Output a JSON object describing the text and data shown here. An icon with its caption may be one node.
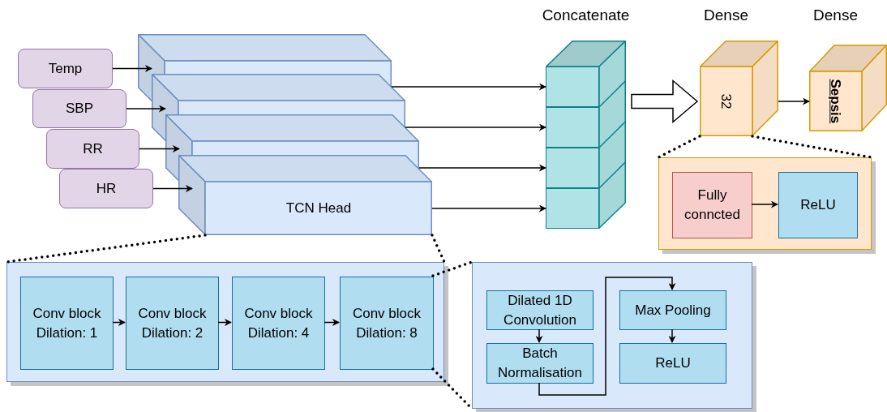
{
  "diagram": {
    "nodes": [
      {
        "text": [
          "Temp"
        ]
      },
      {
        "text": [
          "SBP"
        ]
      },
      {
        "text": [
          "RR"
        ]
      },
      {
        "text": [
          "HR"
        ]
      },
      {
        "text": [],
        "shape": "box"
      },
      {
        "text": [],
        "shape": "box"
      },
      {
        "text": [],
        "shape": "box"
      },
      {
        "text": [
          "TCN Head"
        ]
      },
      {
        "text": [
          "Concatenate"
        ]
      },
      {
        "text": [],
        "shape": "box",
        "in": 8
      },
      {
        "text": [],
        "shape": "box",
        "in": 8
      },
      {
        "text": [],
        "shape": "box",
        "in": 8
      },
      {
        "text": [],
        "shape": "box",
        "in": 8
      },
      {
        "text": [
          "Dense",
          "32"
        ]
      },
      {
        "text": [
          "Dense",
          "Sepsis"
        ]
      },
      {
        "text": [],
        "shape": "box"
      },
      {
        "text": [
          "Fully conncted"
        ],
        "in": 15
      },
      {
        "text": [
          "ReLU"
        ],
        "in": 15
      },
      {
        "text": [],
        "shape": "box"
      },
      {
        "text": [
          "Conv block Dilation: 1"
        ],
        "in": 18
      },
      {
        "text": [
          "Conv block Dilation: 2"
        ],
        "in": 18
      },
      {
        "text": [
          "Conv block Dilation: 4"
        ],
        "in": 18
      },
      {
        "text": [
          "Conv block Dilation: 8"
        ],
        "in": 18
      },
      {
        "text": [],
        "shape": "box"
      },
      {
        "text": [
          "Dilated 1D Convolution"
        ],
        "in": 23
      },
      {
        "text": [
          "Batch Normalisation"
        ],
        "in": 23
      },
      {
        "text": [
          "Max Pooling"
        ],
        "in": 23
      },
      {
        "text": [
          "ReLU"
        ],
        "in": 23
      }
    ],
    "edges": [
      {
        "from": 0,
        "to": 4,
        "arrow": "to"
      },
      {
        "from": 1,
        "to": 5,
        "arrow": "to"
      },
      {
        "from": 2,
        "to": 6,
        "arrow": "to"
      },
      {
        "from": 3,
        "to": 7,
        "arrow": "to"
      },
      {
        "from": 4,
        "to": 9,
        "arrow": "to"
      },
      {
        "from": 5,
        "to": 10,
        "arrow": "to"
      },
      {
        "from": 6,
        "to": 11,
        "arrow": "to"
      },
      {
        "from": 7,
        "to": 12,
        "arrow": "to"
      },
      {
        "from": 8,
        "to": 13,
        "arrow": "to",
        "style": "thick"
      },
      {
        "from": 13,
        "to": 14,
        "arrow": "to"
      },
      {
        "from": 16,
        "to": 17,
        "arrow": "to"
      },
      {
        "from": 19,
        "to": 20,
        "arrow": "to"
      },
      {
        "from": 20,
        "to": 21,
        "arrow": "to"
      },
      {
        "from": 21,
        "to": 22,
        "arrow": "to"
      },
      {
        "from": 24,
        "to": 25,
        "arrow": "to"
      },
      {
        "from": 25,
        "to": 26,
        "arrow": "to"
      },
      {
        "from": 26,
        "to": 27,
        "arrow": "to"
      },
      {
        "from": 7,
        "to": 18,
        "arrow": "none",
        "style": "dashed"
      },
      {
        "from": 7,
        "to": 18,
        "arrow": "none",
        "style": "dashed"
      },
      {
        "from": 22,
        "to": 23,
        "arrow": "none",
        "style": "dashed"
      },
      {
        "from": 22,
        "to": 23,
        "arrow": "none",
        "style": "dashed"
      },
      {
        "from": 13,
        "to": 15,
        "arrow": "none",
        "style": "dashed"
      },
      {
        "from": 13,
        "to": 15,
        "arrow": "none",
        "style": "dashed"
      }
    ]
  }
}
